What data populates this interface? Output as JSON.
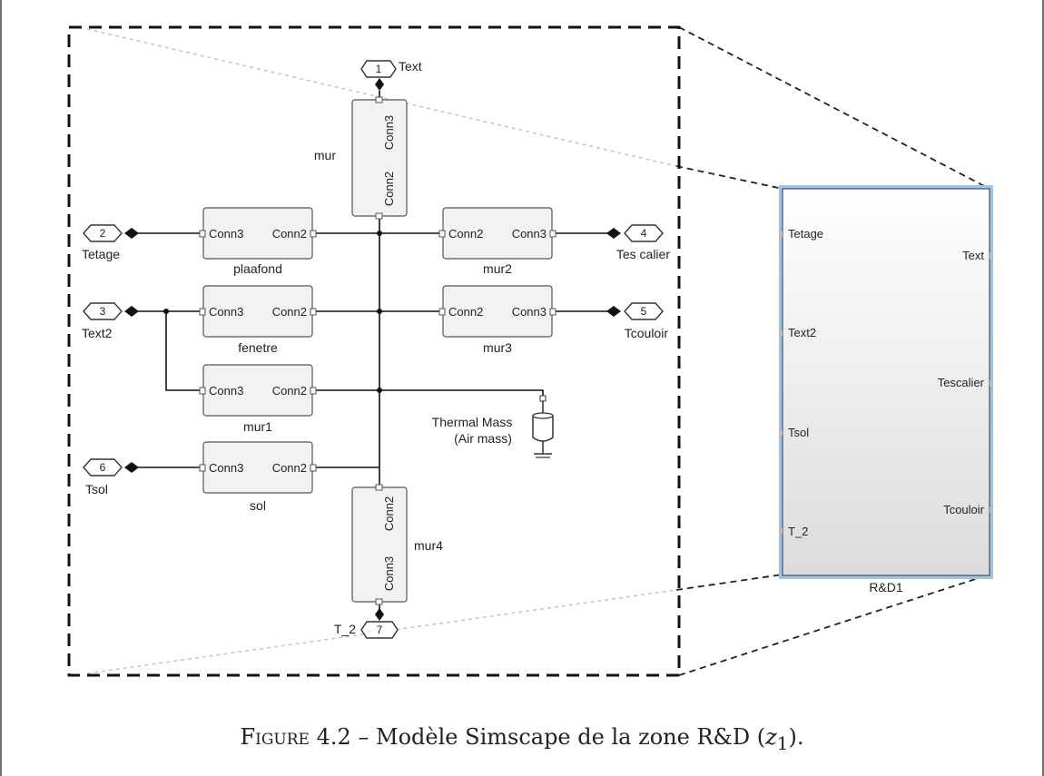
{
  "blocks": {
    "mur": {
      "name": "mur",
      "port_a": "Conn3",
      "port_b": "Conn2"
    },
    "plaafond": {
      "name": "plaafond",
      "port_a": "Conn3",
      "port_b": "Conn2"
    },
    "mur2": {
      "name": "mur2",
      "port_a": "Conn2",
      "port_b": "Conn3"
    },
    "fenetre": {
      "name": "fenetre",
      "port_a": "Conn3",
      "port_b": "Conn2"
    },
    "mur3": {
      "name": "mur3",
      "port_a": "Conn2",
      "port_b": "Conn3"
    },
    "mur1": {
      "name": "mur1",
      "port_a": "Conn3",
      "port_b": "Conn2"
    },
    "sol": {
      "name": "sol",
      "port_a": "Conn3",
      "port_b": "Conn2"
    },
    "mur4": {
      "name": "mur4",
      "port_a": "Conn2",
      "port_b": "Conn3"
    }
  },
  "io_ports": [
    {
      "num": "1",
      "label": "Text"
    },
    {
      "num": "2",
      "label": "Tetage"
    },
    {
      "num": "3",
      "label": "Text2"
    },
    {
      "num": "4",
      "label": "Tes calier"
    },
    {
      "num": "5",
      "label": "Tcouloir"
    },
    {
      "num": "6",
      "label": "Tsol"
    },
    {
      "num": "7",
      "label": "T_2"
    }
  ],
  "thermal_mass": {
    "line1": "Thermal Mass",
    "line2": "(Air mass)"
  },
  "subsystem": {
    "name": "R&D1",
    "left_ports": [
      "Tetage",
      "Text2",
      "Tsol",
      "T_2"
    ],
    "right_ports": [
      "Text",
      "Tescalier",
      "Tcouloir"
    ]
  },
  "caption": {
    "figure_label": "Figure 4.2",
    "text": " – Modèle Simscape de la zone R&D (",
    "math": "z",
    "math_sub": "1",
    "end": ")."
  },
  "colors": {
    "subsystem_border": "#9fc3ea",
    "block_fill": "#f2f2f2"
  }
}
